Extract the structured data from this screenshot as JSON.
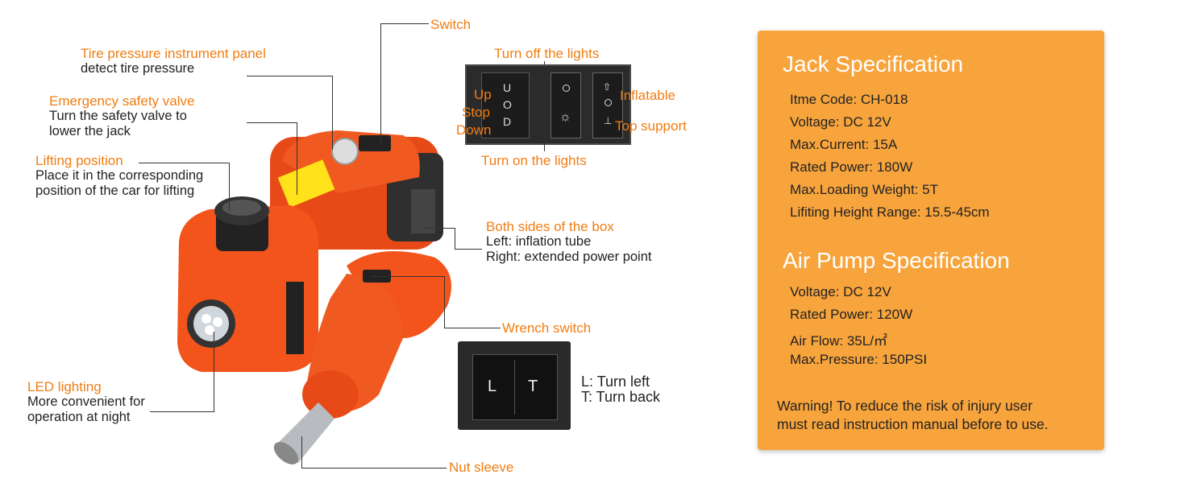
{
  "callouts": {
    "tire_panel": {
      "title": "Tire pressure instrument panel",
      "desc": "detect tire pressure"
    },
    "safety_valve": {
      "title": "Emergency safety valve",
      "desc1": "Turn the safety valve to",
      "desc2": "lower the jack"
    },
    "lifting_position": {
      "title": "Lifting position",
      "desc1": "Place it in the corresponding",
      "desc2": "position of the car for lifting"
    },
    "led": {
      "title": "LED lighting",
      "desc1": "More convenient for",
      "desc2": "operation at night"
    },
    "switch": {
      "title": "Switch"
    },
    "box_sides": {
      "title": "Both sides of the box",
      "desc1": "Left: inflation tube",
      "desc2": "Right: extended power point"
    },
    "wrench_switch": {
      "title": "Wrench switch"
    },
    "nut_sleeve": {
      "title": "Nut sleeve"
    }
  },
  "switch_panel": {
    "lights_off": "Turn off the lights",
    "lights_on": "Turn on the lights",
    "up": "Up",
    "stop": "Stop",
    "down": "Down",
    "inflatable": "Inflatable",
    "top_support": "Top support",
    "sym_u": "U",
    "sym_o": "O",
    "sym_d": "D"
  },
  "wrench_panel": {
    "key_l": "L",
    "key_t": "T",
    "legend_l": "L: Turn left",
    "legend_t": "T: Turn back"
  },
  "spec": {
    "jack_title": "Jack Specification",
    "jack_rows": [
      "Itme Code: CH-018",
      "Voltage: DC 12V",
      "Max.Current: 15A",
      "Rated Power: 180W",
      "Max.Loading Weight: 5T",
      "Lifiting Height Range: 15.5-45cm"
    ],
    "pump_title": "Air Pump Specification",
    "pump_rows": [
      "Voltage: DC 12V",
      "Rated Power: 120W",
      "Air Flow: 35L/㎡",
      "Max.Pressure: 150PSI"
    ],
    "warning1": "Warning! To reduce the risk of injury user",
    "warning2": "must read instruction manual before to use."
  },
  "colors": {
    "accent": "#f07d12",
    "panel": "#f8a43c",
    "jack_body": "#f2541b"
  }
}
